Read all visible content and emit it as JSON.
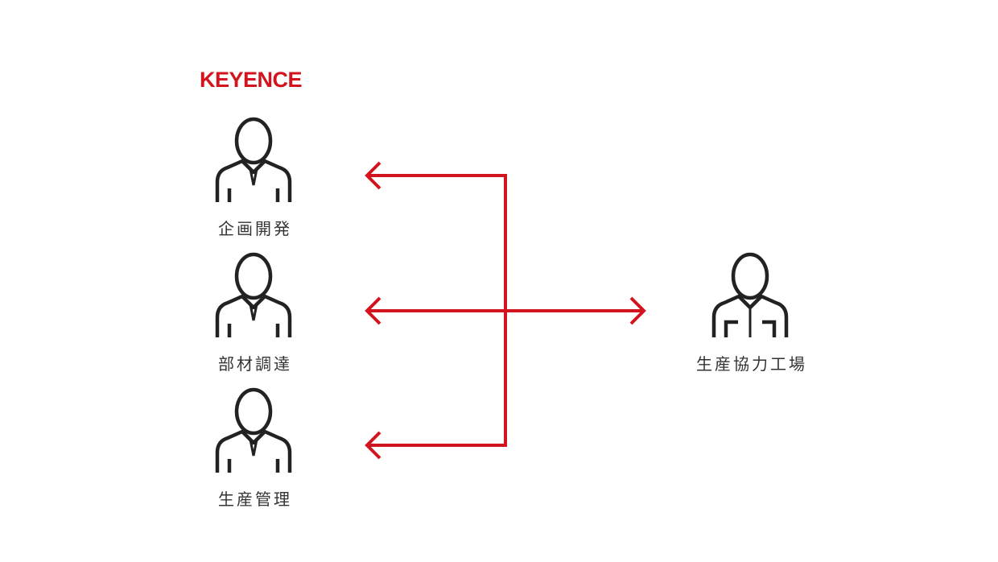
{
  "brand": "KEYENCE",
  "colors": {
    "accent": "#d2141e",
    "icon": "#222222",
    "text": "#333333"
  },
  "left_group": {
    "roles": [
      {
        "label": "企画開発",
        "icon": "person-icon"
      },
      {
        "label": "部材調達",
        "icon": "person-icon"
      },
      {
        "label": "生産管理",
        "icon": "person-icon"
      }
    ]
  },
  "right_group": {
    "label": "生産協力工場",
    "icon": "worker-icon"
  }
}
